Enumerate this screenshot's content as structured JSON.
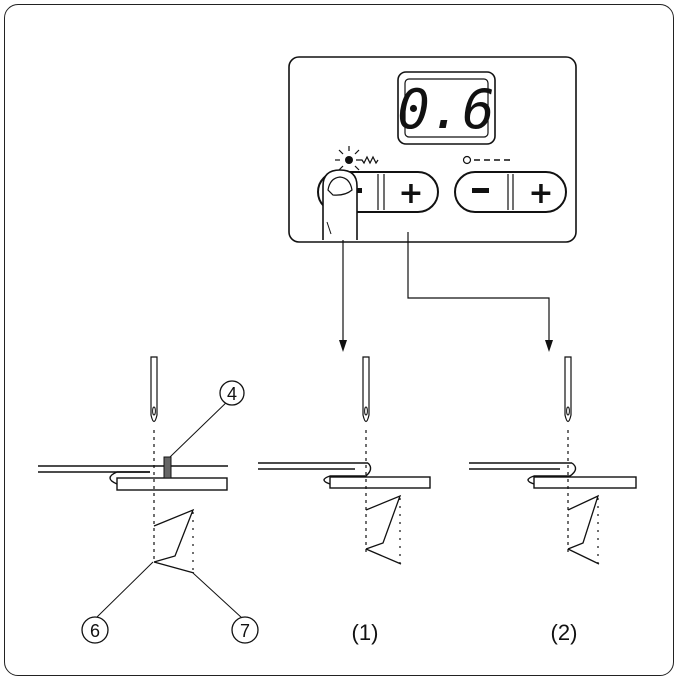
{
  "panel": {
    "display_value": "0.6",
    "left_group": {
      "indicator_icon": "zigzag-width-icon",
      "minus": "−",
      "plus": "+"
    },
    "right_group": {
      "indicator_icon": "straight-stitch-icon",
      "minus": "−",
      "plus": "+"
    }
  },
  "callouts": {
    "c4": "4",
    "c6": "6",
    "c7": "7"
  },
  "captions": {
    "one": "(1)",
    "two": "(2)"
  }
}
